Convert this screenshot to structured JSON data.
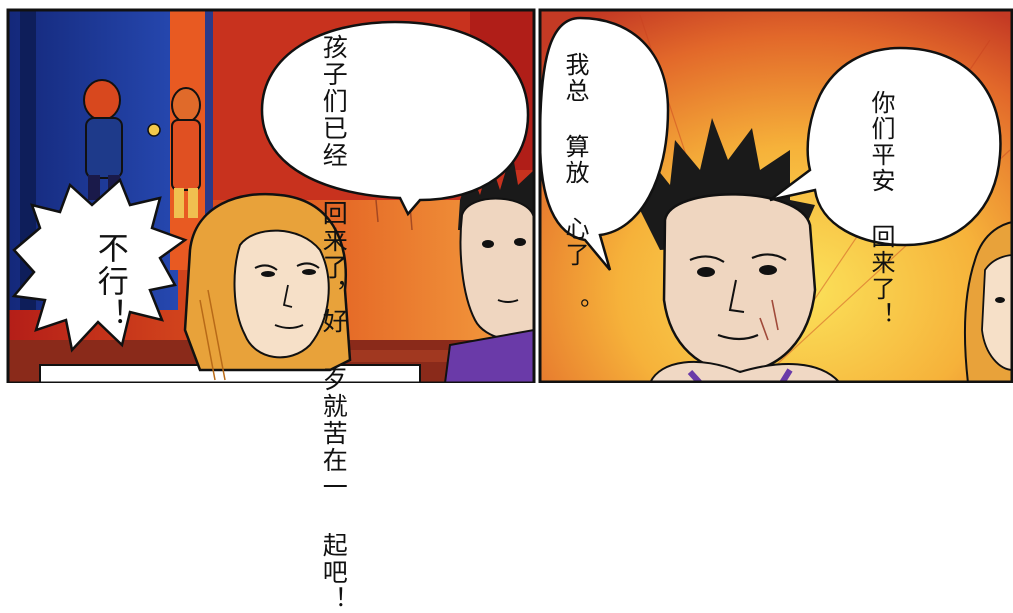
{
  "panels": [
    {
      "id": "panel-left",
      "bubbles": [
        {
          "id": "mother-speech",
          "lines": [
            "孩子们已经",
            "回来了，好",
            "歹就苦在一",
            "起吧！"
          ]
        },
        {
          "id": "shout",
          "lines": [
            "不行！"
          ]
        }
      ]
    },
    {
      "id": "panel-right",
      "bubbles": [
        {
          "id": "boy-thought",
          "lines": [
            "我总",
            "算放",
            "心了",
            "。"
          ]
        },
        {
          "id": "welcome-speech",
          "lines": [
            "你们平安",
            "回来了！"
          ]
        }
      ]
    }
  ],
  "colors": {
    "door_blue": "#1f3a9a",
    "wall_red": "#c8321e",
    "warm_orange": "#f08a2a",
    "sunset_yellow": "#f8d24a",
    "hair_blonde": "#e8a23a",
    "skin": "#f6e0c8",
    "ink": "#111111"
  }
}
